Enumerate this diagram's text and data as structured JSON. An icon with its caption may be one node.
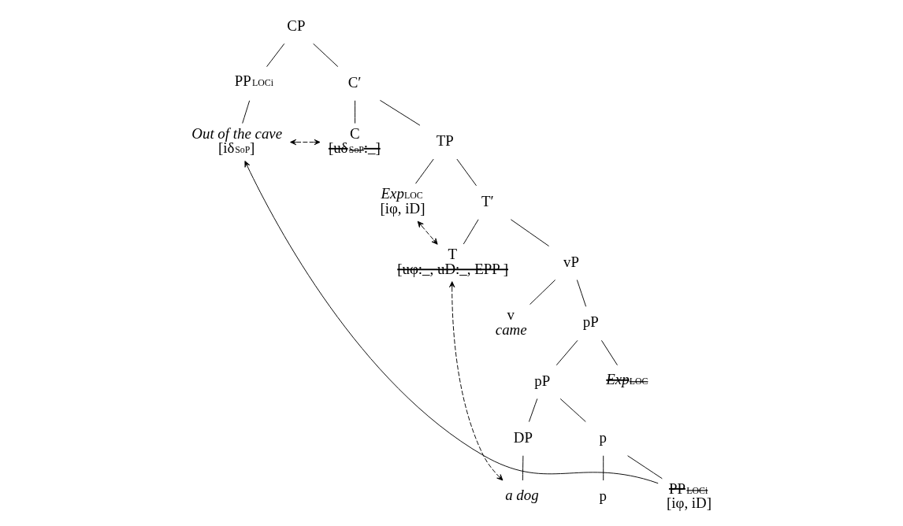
{
  "diagram": {
    "nodes": [
      {
        "text": [
          "CP"
        ]
      },
      {
        "text": [
          "PP$_{LOCi}$"
        ]
      },
      {
        "text": [
          "C′"
        ]
      },
      {
        "text": [
          "Out of the cave",
          "[iδ$_{SoP}$]"
        ]
      },
      {
        "text": [
          "C",
          "[uδ$_{SoP}$:_]"
        ]
      },
      {
        "text": [
          "TP"
        ]
      },
      {
        "text": [
          "*Exp*$_{LOC}$",
          "[iφ, iD]"
        ]
      },
      {
        "text": [
          "T′"
        ]
      },
      {
        "text": [
          "T",
          "[uφ:_, uD:_, EPP ]"
        ]
      },
      {
        "text": [
          "vP"
        ]
      },
      {
        "text": [
          "v",
          "came"
        ]
      },
      {
        "text": [
          "pP"
        ]
      },
      {
        "text": [
          "pP"
        ]
      },
      {
        "text": [
          "*Exp*$_{LOC}$"
        ]
      },
      {
        "text": [
          "DP"
        ]
      },
      {
        "text": [
          "p"
        ]
      },
      {
        "text": [
          "a dog"
        ]
      },
      {
        "text": [
          "p"
        ]
      },
      {
        "text": [
          "PP$_{LOCi}$",
          "[iφ, iD]"
        ]
      }
    ],
    "edges": [
      {
        "from": 0,
        "to": 1,
        "arrow": "none"
      },
      {
        "from": 0,
        "to": 2,
        "arrow": "none"
      },
      {
        "from": 1,
        "to": 3,
        "arrow": "none"
      },
      {
        "from": 2,
        "to": 4,
        "arrow": "none"
      },
      {
        "from": 2,
        "to": 5,
        "arrow": "none"
      },
      {
        "from": 5,
        "to": 6,
        "arrow": "none"
      },
      {
        "from": 5,
        "to": 7,
        "arrow": "none"
      },
      {
        "from": 7,
        "to": 8,
        "arrow": "none"
      },
      {
        "from": 7,
        "to": 9,
        "arrow": "none"
      },
      {
        "from": 9,
        "to": 10,
        "arrow": "none"
      },
      {
        "from": 9,
        "to": 11,
        "arrow": "none"
      },
      {
        "from": 11,
        "to": 12,
        "arrow": "none"
      },
      {
        "from": 11,
        "to": 13,
        "arrow": "none"
      },
      {
        "from": 12,
        "to": 14,
        "arrow": "none"
      },
      {
        "from": 12,
        "to": 15,
        "arrow": "none"
      },
      {
        "from": 14,
        "to": 16,
        "arrow": "none"
      },
      {
        "from": 15,
        "to": 17,
        "arrow": "none"
      },
      {
        "from": 15,
        "to": 18,
        "arrow": "none"
      },
      {
        "from": 3,
        "to": 4,
        "arrow": "both",
        "style": "dashed"
      },
      {
        "from": 6,
        "to": 8,
        "arrow": "both",
        "style": "dashed"
      },
      {
        "from": 8,
        "to": 16,
        "arrow": "both",
        "style": "dashed"
      },
      {
        "from": 18,
        "to": 3,
        "arrow": "to"
      }
    ]
  }
}
